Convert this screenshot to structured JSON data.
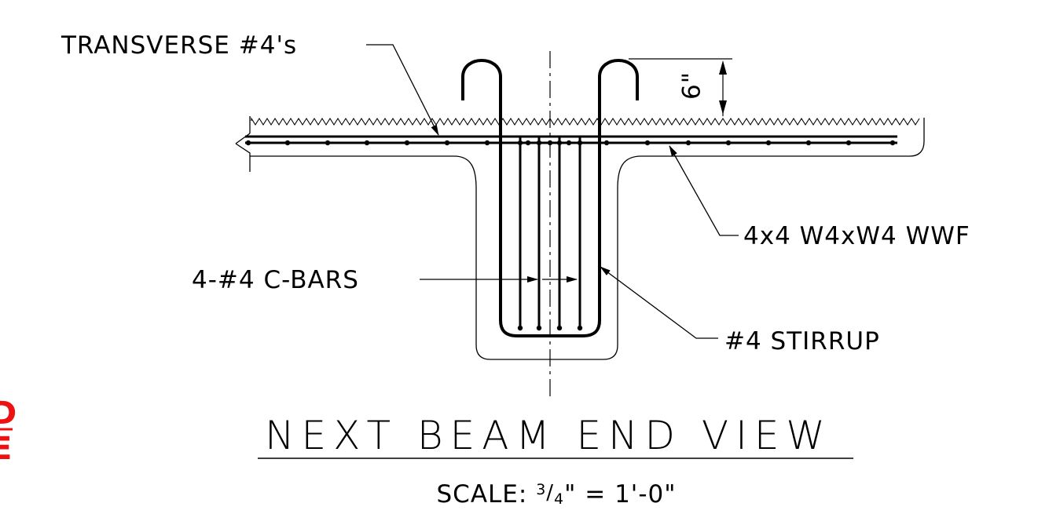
{
  "labels": {
    "transverse": "TRANSVERSE #4's",
    "wwf": "4x4 W4xW4 WWF",
    "cbars": "4-#4 C-BARS",
    "stirrup": "#4 STIRRUP",
    "dimension": "6\""
  },
  "title": "NEXT BEAM END VIEW",
  "scale": {
    "prefix": "SCALE: ",
    "fraction_numerator": "3",
    "fraction_denominator": "4",
    "suffix": "\" = 1'-0\""
  },
  "edge_text": {
    "top": "D",
    "bottom": "E"
  },
  "colors": {
    "line": "#000000",
    "edge_text": "#ee1111"
  }
}
